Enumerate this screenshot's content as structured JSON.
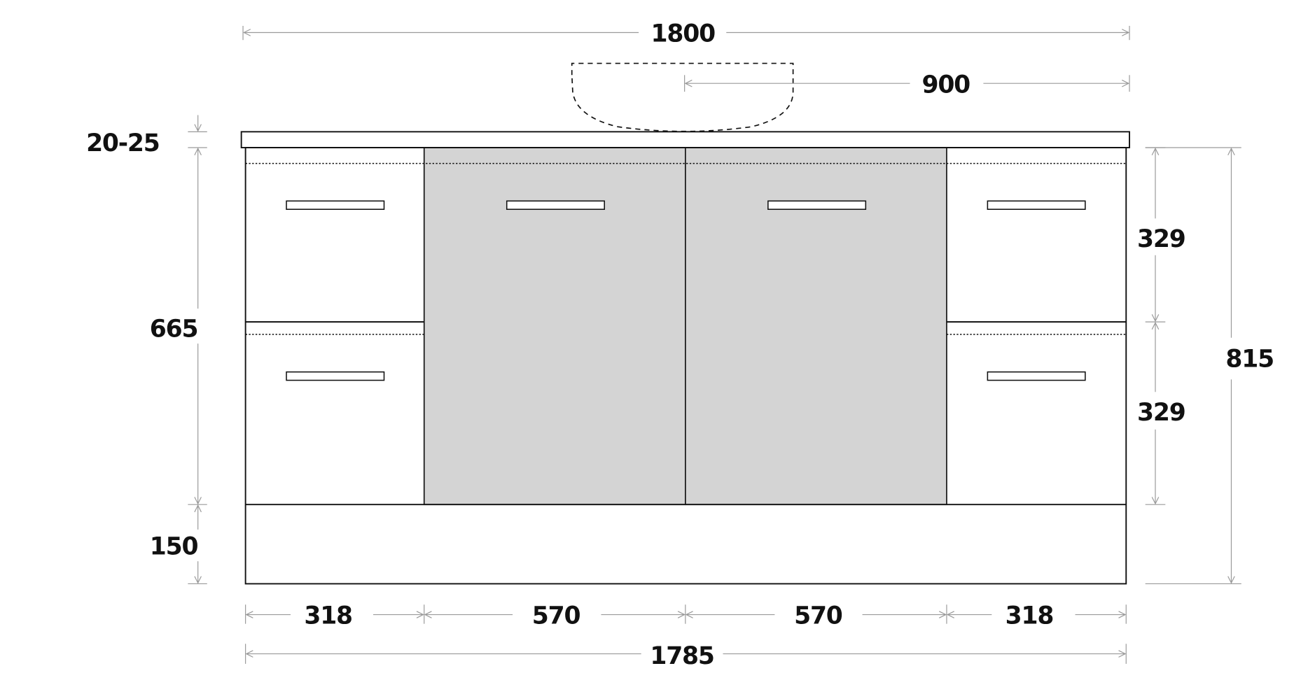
{
  "dimensions": {
    "overall_top_width": "1800",
    "basin_offset": "900",
    "top_thickness": "20-25",
    "carcass_height": "665",
    "plinth_height": "150",
    "drawer_height_upper": "329",
    "drawer_height_lower": "329",
    "total_height": "815",
    "widths": [
      "318",
      "570",
      "570",
      "318"
    ],
    "overall_cabinet_width": "1785"
  },
  "colors": {
    "door_fill": "#d4d4d4",
    "dimension_line": "#9a9a9a",
    "outline": "#111111"
  }
}
